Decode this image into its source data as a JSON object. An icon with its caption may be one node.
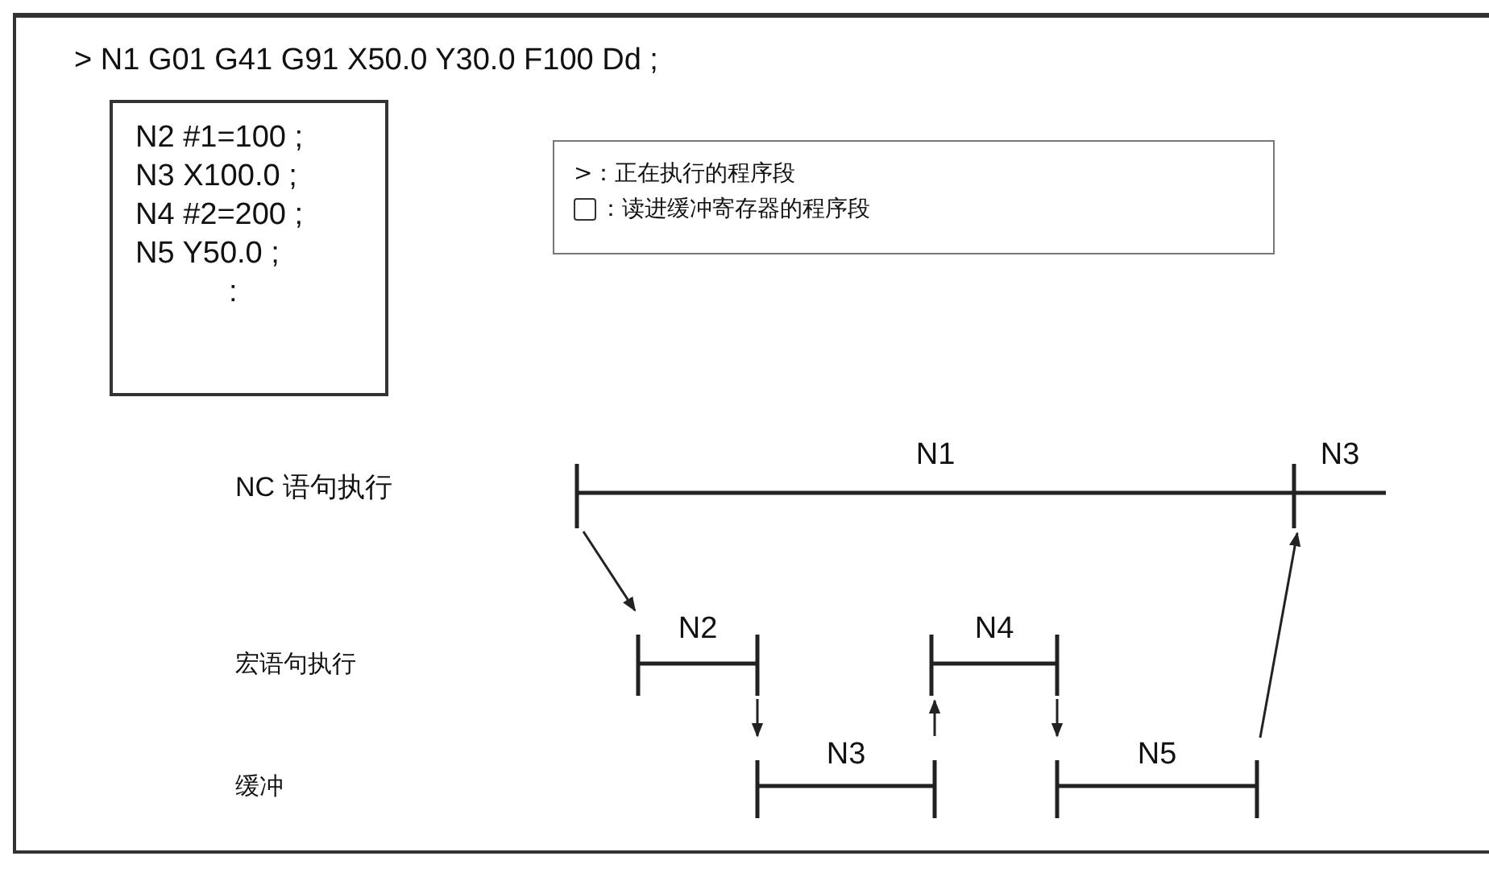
{
  "diagram": {
    "nodes": [
      {
        "text": [
          "N1"
        ]
      },
      {
        "text": [
          "N3"
        ]
      },
      {
        "text": [
          "N2"
        ]
      },
      {
        "text": [
          "N4"
        ]
      },
      {
        "text": [
          "N3"
        ]
      },
      {
        "text": [
          "N5"
        ]
      },
      {
        "text": [
          "N2 #1=100 ;",
          "N3 X100.0 ;",
          "N4 #2=200 ;",
          "N5 Y50.0 ;",
          ":"
        ]
      },
      {
        "text": [
          ">：正在执行的程序段",
          "：读进缓冲寄存器的程序段"
        ]
      }
    ],
    "edges": [
      {
        "from": 0,
        "to": 2,
        "arrow": "to"
      },
      {
        "from": 2,
        "to": 4,
        "arrow": "to"
      },
      {
        "from": 4,
        "to": 3,
        "arrow": "to"
      },
      {
        "from": 3,
        "to": 5,
        "arrow": "to"
      },
      {
        "from": 5,
        "to": 1,
        "arrow": "to"
      }
    ],
    "labels": [
      "> N1 G01 G41 G91 X50.0 Y30.0 F100 Dd ;",
      "NC 语句执行",
      "宏语句执行",
      "缓冲"
    ]
  }
}
